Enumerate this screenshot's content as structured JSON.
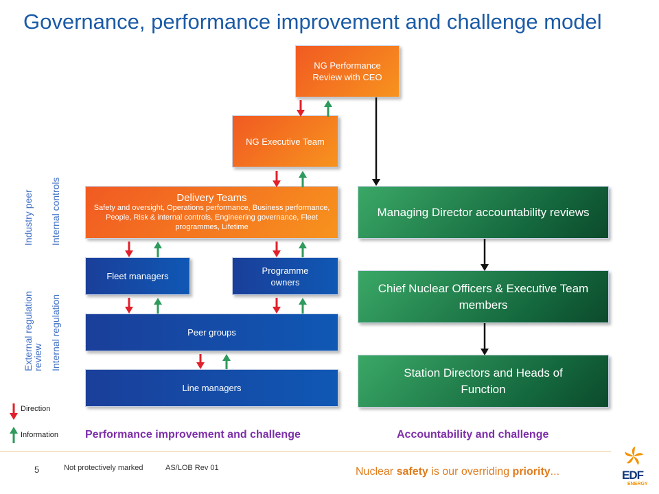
{
  "title": "Governance, performance improvement and challenge model",
  "boxes": {
    "ng_review": "NG Performance Review with CEO",
    "ng_exec": "NG Executive Team",
    "delivery_title": "Delivery Teams",
    "delivery_body": "Safety and oversight, Operations performance, Business performance, People, Risk & internal controls, Engineering governance, Fleet programmes, Lifetime",
    "fleet": "Fleet managers",
    "programme": "Programme owners",
    "peer": "Peer groups",
    "line": "Line managers",
    "md": "Managing Director accountability reviews",
    "cno": "Chief Nuclear Officers & Executive Team members",
    "station": "Station Directors and Heads of Function"
  },
  "side_labels": {
    "industry_peer": "Industry peer",
    "internal_controls": "Internal controls",
    "external_regulation": "External regulation review",
    "internal_regulation": "Internal regulation"
  },
  "legend": {
    "direction": "Direction",
    "information": "Information"
  },
  "headings": {
    "left": "Performance improvement and challenge",
    "right": "Accountability and challenge"
  },
  "footer": {
    "page_number": "5",
    "marking": "Not protectively marked",
    "ref": "AS/LOB Rev 01",
    "slogan_a": "Nuclear ",
    "slogan_b": "safety",
    "slogan_c": " is our overriding ",
    "slogan_d": "priority",
    "slogan_e": "...",
    "logo": "EDF",
    "logo_sub": "ENERGY"
  },
  "colors": {
    "direction_arrow": "#e0202a",
    "information_arrow": "#2e9a5c",
    "heading": "#7d2fa8",
    "title": "#1a5aa6"
  }
}
